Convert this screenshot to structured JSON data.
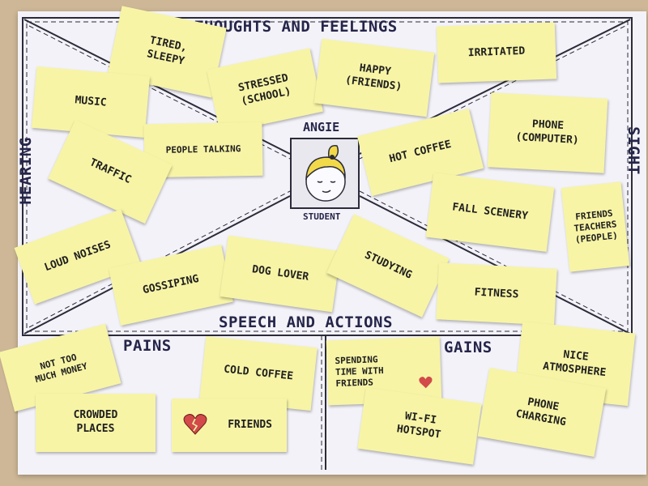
{
  "headings": {
    "thoughts": "THOUGHTS AND FEELINGS",
    "speech": "SPEECH AND ACTIONS",
    "hearing": "HEARING",
    "sight": "SIGHT",
    "pains": "PAINS",
    "gains": "GAINS"
  },
  "persona": {
    "name": "ANGIE",
    "role": "STUDENT"
  },
  "notes": {
    "tired": "TIRED,\nSLEEPY",
    "stressed": "STRESSED\n(SCHOOL)",
    "happy": "HAPPY\n(FRIENDS)",
    "irritated": "IRRITATED",
    "music": "MUSIC",
    "people_talking": "PEOPLE TALKING",
    "traffic": "TRAFFIC",
    "loud_noises": "LOUD NOISES",
    "hot_coffee": "HOT COFFEE",
    "phone_computer": "PHONE\n(COMPUTER)",
    "fall_scenery": "FALL SCENERY",
    "friends_teachers": "FRIENDS\nTEACHERS\n(PEOPLE)",
    "gossiping": "GOSSIPING",
    "dog_lover": "DOG LOVER",
    "studying": "STUDYING",
    "fitness": "FITNESS",
    "not_too_much_money": "NOT TOO\nMUCH MONEY",
    "cold_coffee": "COLD COFFEE",
    "crowded_places": "CROWDED\nPLACES",
    "friends_broken": "FRIENDS",
    "spending_time": "SPENDING\nTIME WITH\nFRIENDS",
    "wifi_hotspot": "WI-FI\nHOTSPOT",
    "nice_atmosphere": "NICE\nATMOSPHERE",
    "phone_charging": "PHONE\nCHARGING"
  },
  "colors": {
    "table": "#cdb796",
    "board": "#f3f2f8",
    "sticky": "#f7f4a6",
    "ink": "#25254a",
    "heart": "#d24a4a"
  }
}
